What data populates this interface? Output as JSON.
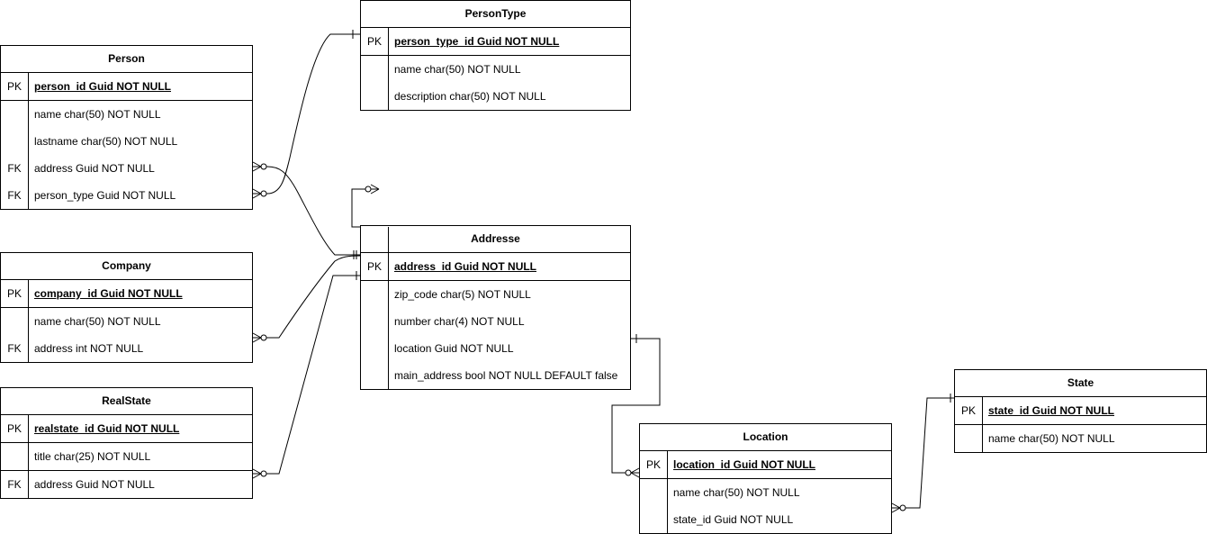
{
  "entities": {
    "person": {
      "title": "Person",
      "rows": [
        {
          "key": "PK",
          "text": "person_id Guid NOT NULL"
        },
        {
          "key": "",
          "text": "name char(50) NOT NULL"
        },
        {
          "key": "",
          "text": "lastname char(50) NOT NULL"
        },
        {
          "key": "FK",
          "text": "address Guid NOT NULL"
        },
        {
          "key": "FK",
          "text": "person_type Guid NOT NULL"
        }
      ]
    },
    "person_type": {
      "title": "PersonType",
      "rows": [
        {
          "key": "PK",
          "text": "person_type_id Guid NOT NULL"
        },
        {
          "key": "",
          "text": "name char(50) NOT NULL"
        },
        {
          "key": "",
          "text": "description char(50) NOT NULL"
        }
      ]
    },
    "company": {
      "title": "Company",
      "rows": [
        {
          "key": "PK",
          "text": "company_id Guid NOT NULL"
        },
        {
          "key": "",
          "text": "name char(50) NOT NULL"
        },
        {
          "key": "FK",
          "text": "address int NOT NULL"
        }
      ]
    },
    "realstate": {
      "title": "RealState",
      "rows": [
        {
          "key": "PK",
          "text": "realstate_id Guid NOT NULL"
        },
        {
          "key": "",
          "text": "title char(25) NOT NULL"
        },
        {
          "key": "FK",
          "text": "address Guid NOT NULL"
        }
      ]
    },
    "addresse": {
      "title": "Addresse",
      "rows": [
        {
          "key": "PK",
          "text": "address_id Guid NOT NULL"
        },
        {
          "key": "",
          "text": "zip_code char(5) NOT NULL"
        },
        {
          "key": "",
          "text": "number char(4) NOT NULL"
        },
        {
          "key": "",
          "text": "location Guid NOT NULL"
        },
        {
          "key": "",
          "text": "main_address bool NOT NULL DEFAULT false"
        }
      ]
    },
    "location": {
      "title": "Location",
      "rows": [
        {
          "key": "PK",
          "text": "location_id Guid NOT NULL"
        },
        {
          "key": "",
          "text": "name char(50) NOT NULL"
        },
        {
          "key": "",
          "text": "state_id Guid NOT NULL"
        }
      ]
    },
    "state": {
      "title": "State",
      "rows": [
        {
          "key": "PK",
          "text": "state_id Guid NOT NULL"
        },
        {
          "key": "",
          "text": "name char(50) NOT NULL"
        }
      ]
    }
  },
  "relationships": [
    {
      "from": "Person.address",
      "to": "Addresse",
      "from_end": "zero-or-many",
      "to_end": "one-and-only-one"
    },
    {
      "from": "Person.person_type",
      "to": "PersonType",
      "from_end": "zero-or-many",
      "to_end": "one"
    },
    {
      "from": "Company.address",
      "to": "Addresse",
      "from_end": "zero-or-many",
      "to_end": "one"
    },
    {
      "from": "RealState.address",
      "to": "Addresse",
      "from_end": "zero-or-many",
      "to_end": "one"
    },
    {
      "from": "Addresse.location",
      "to": "Location",
      "from_end": "one",
      "to_end": "zero-or-many"
    },
    {
      "from": "Location.state_id",
      "to": "State",
      "from_end": "zero-or-many",
      "to_end": "one"
    },
    {
      "from": "Addresse",
      "to": "",
      "from_end": "",
      "to_end": "zero-or-many"
    }
  ],
  "colors": {
    "line": "#000000",
    "background": "#ffffff"
  }
}
